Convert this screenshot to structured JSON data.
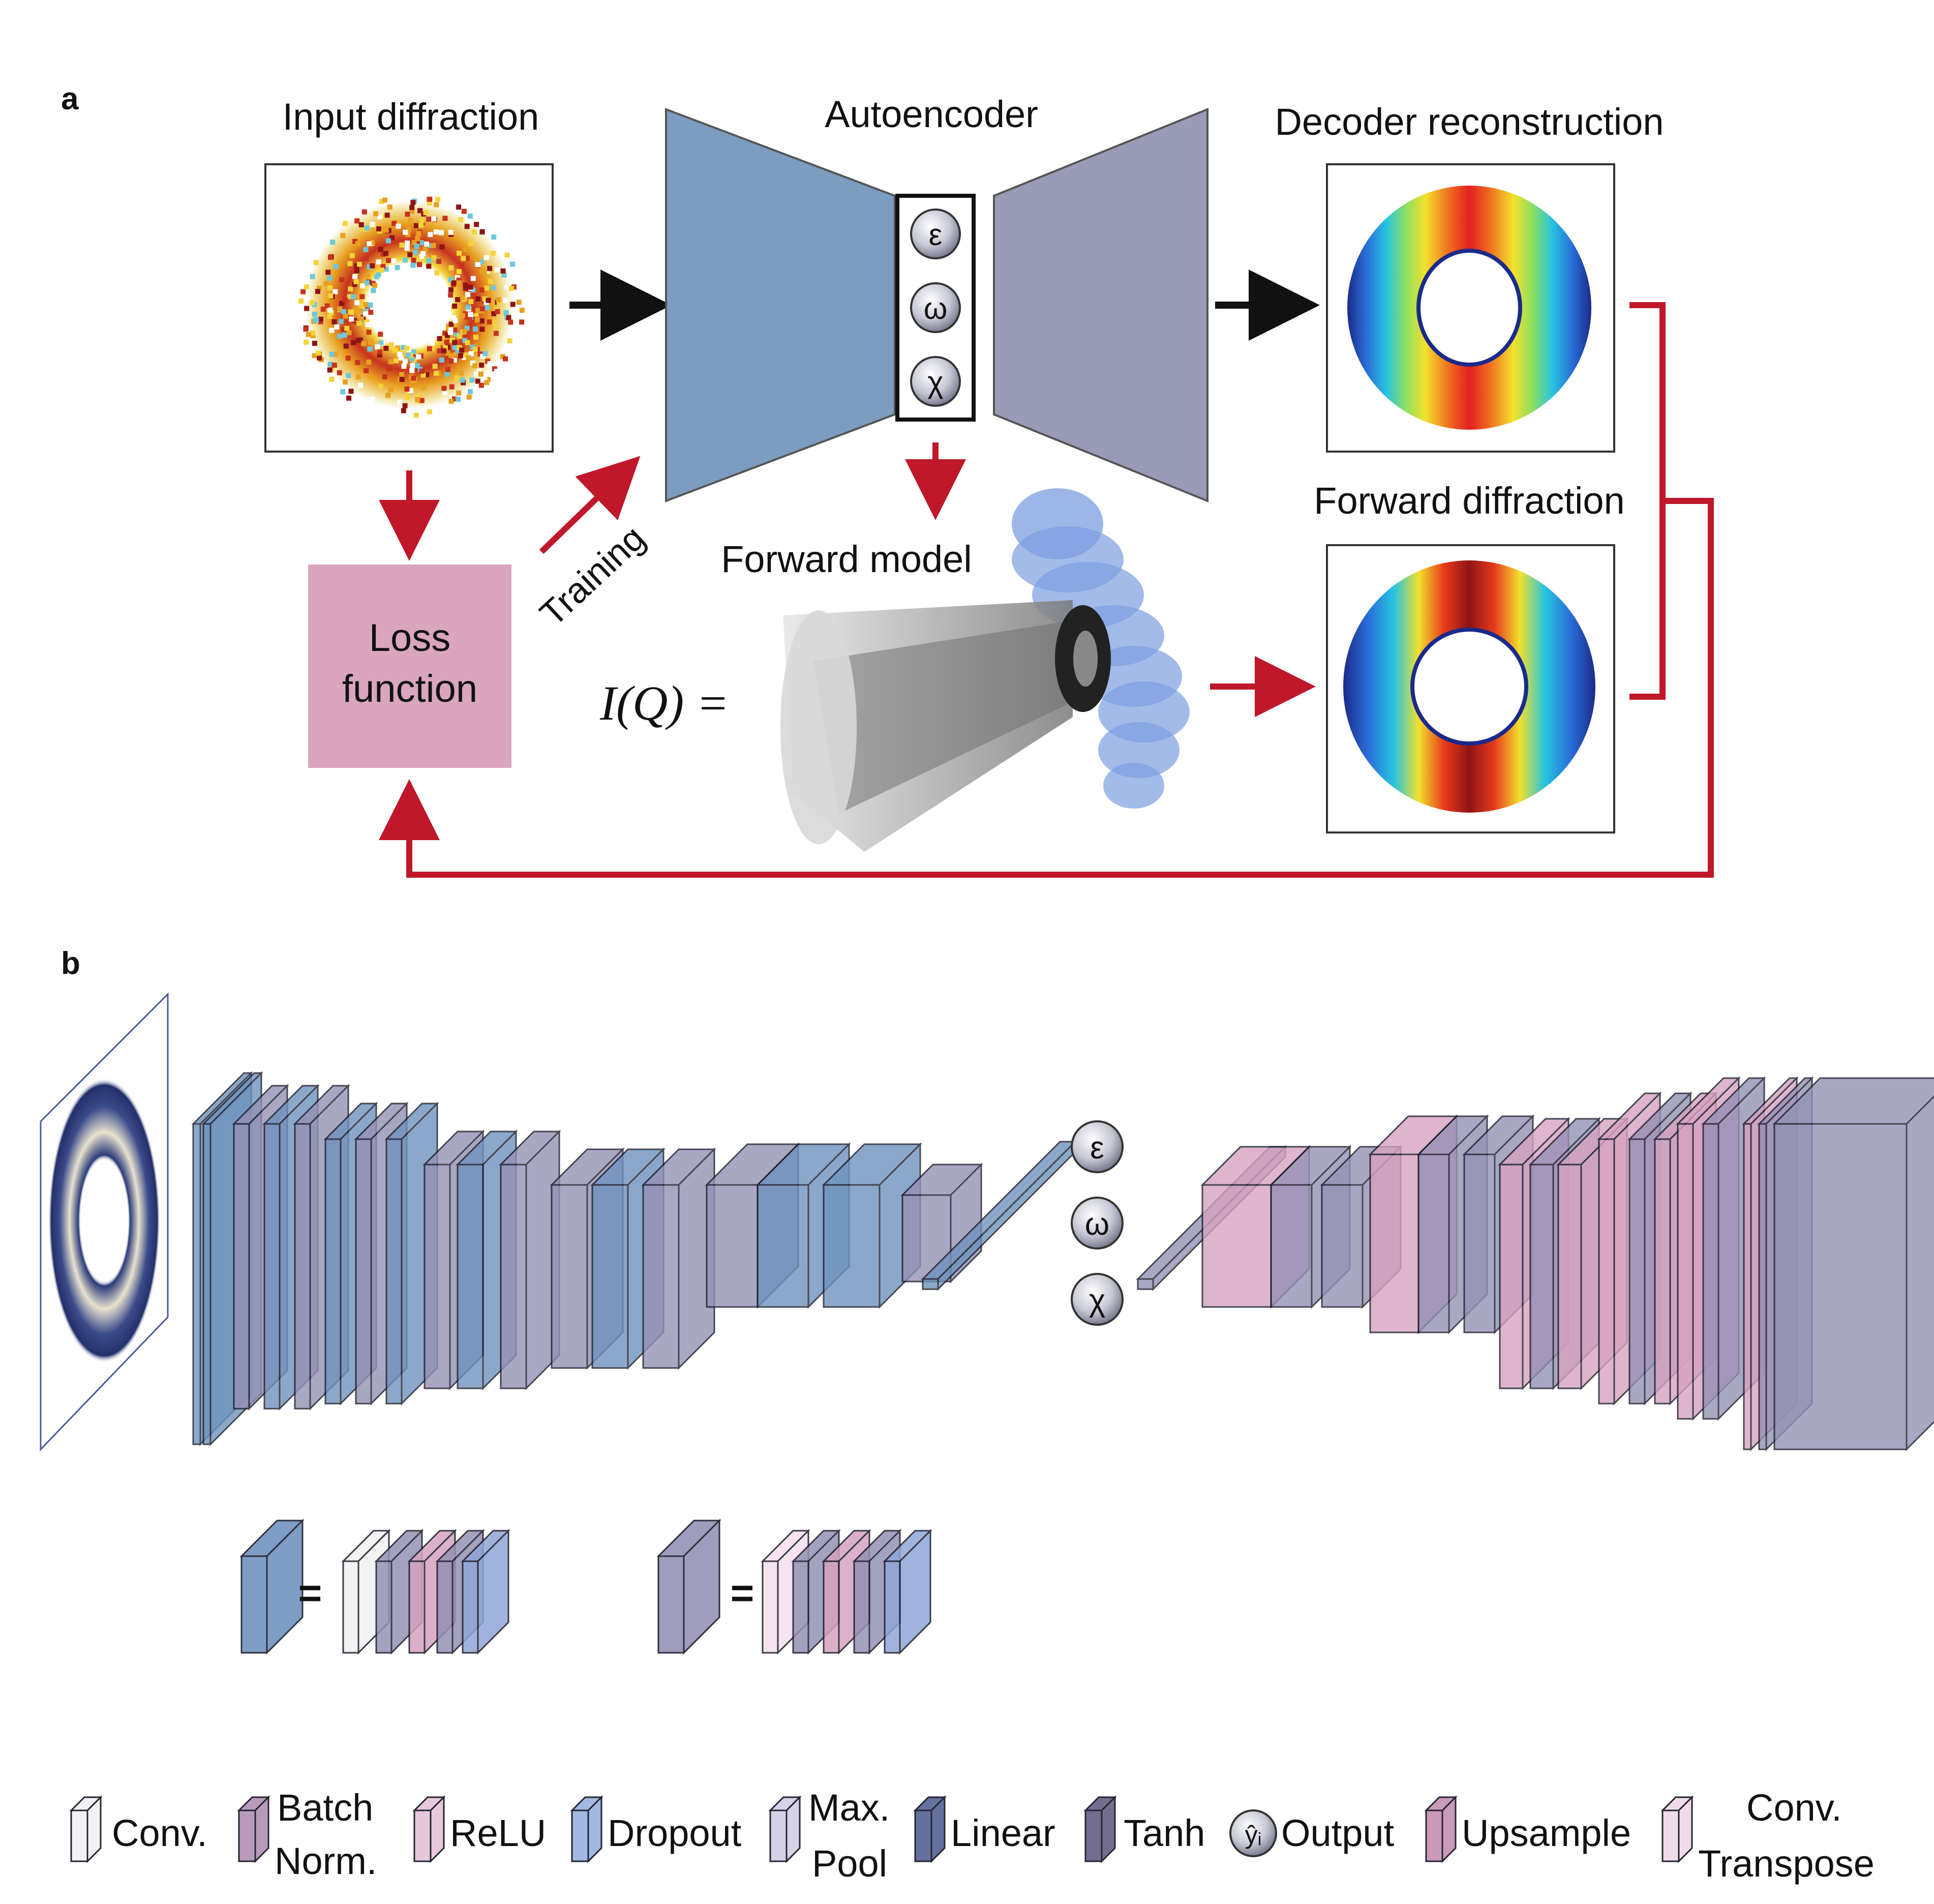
{
  "panel_a": {
    "label": "a",
    "input_title": "Input diffraction",
    "autoencoder_title": "Autoencoder",
    "decoder_title": "Decoder reconstruction",
    "forward_diff_title": "Forward diffraction",
    "forward_model_title": "Forward model",
    "loss_line1": "Loss",
    "loss_line2": "function",
    "training_label": "Training",
    "latent": [
      "ε",
      "ω",
      "χ"
    ],
    "equation": "I(Q) ="
  },
  "panel_b": {
    "label": "b",
    "latent": [
      "ε",
      "ω",
      "χ"
    ],
    "equals": "="
  },
  "legend": {
    "conv": "Conv.",
    "batch_norm_1": "Batch",
    "batch_norm_2": "Norm.",
    "relu": "ReLU",
    "dropout": "Dropout",
    "maxpool_1": "Max.",
    "maxpool_2": "Pool",
    "linear": "Linear",
    "tanh": "Tanh",
    "output_icon": "ŷᵢ",
    "output": "Output",
    "upsample": "Upsample",
    "convt_1": "Conv.",
    "convt_2": "Transpose"
  },
  "colors": {
    "arrow_red": "#c0182a",
    "encoder_blue": "#7b9dc0",
    "decoder_purple": "#9a9bb6",
    "loss_pink": "#d9a6be",
    "blue_layer": "#6f93be",
    "purple_layer": "#9592b5",
    "pink_layer": "#d6a3c0"
  }
}
